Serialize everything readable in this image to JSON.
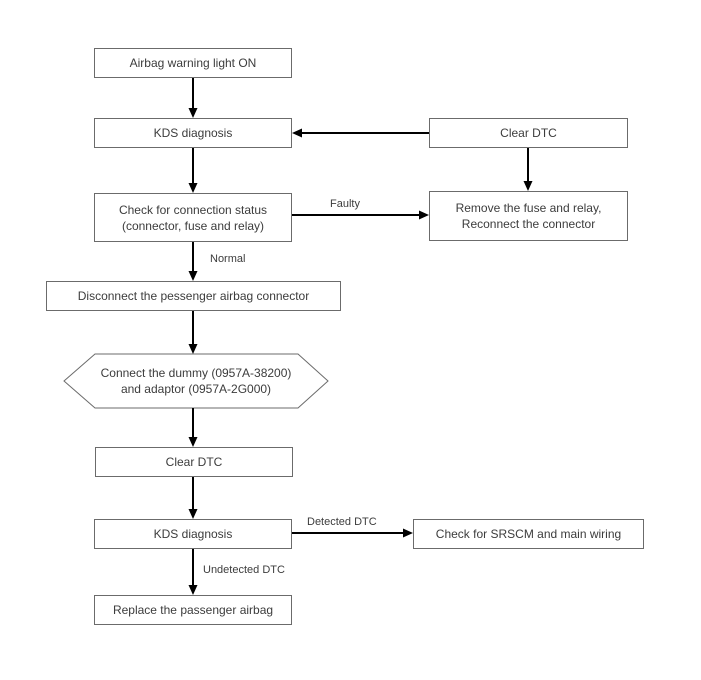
{
  "diagram": {
    "type": "flowchart",
    "nodes": {
      "airbag_warning": {
        "label": "Airbag warning light ON"
      },
      "kds_diagnosis_1": {
        "label": "KDS diagnosis"
      },
      "clear_dtc_right": {
        "label": "Clear DTC"
      },
      "check_connection": {
        "line1": "Check for connection status",
        "line2": "(connector, fuse and relay)"
      },
      "remove_fuse": {
        "line1": "Remove the fuse and relay,",
        "line2": "Reconnect the connector"
      },
      "disconnect_airbag": {
        "label": "Disconnect the pessenger airbag connector"
      },
      "connect_dummy": {
        "line1": "Connect the dummy (0957A-38200)",
        "line2": "and adaptor (0957A-2G000)"
      },
      "clear_dtc_2": {
        "label": "Clear DTC"
      },
      "kds_diagnosis_2": {
        "label": "KDS diagnosis"
      },
      "check_srscm": {
        "label": "Check for SRSCM and main wiring"
      },
      "replace_airbag": {
        "label": "Replace the passenger airbag"
      }
    },
    "edge_labels": {
      "faulty": "Faulty",
      "normal": "Normal",
      "detected": "Detected DTC",
      "undetected": "Undetected DTC"
    },
    "colors": {
      "background": "#ffffff",
      "box_border": "#6b6b6b",
      "text": "#3c3c3c",
      "arrow": "#000000"
    }
  }
}
